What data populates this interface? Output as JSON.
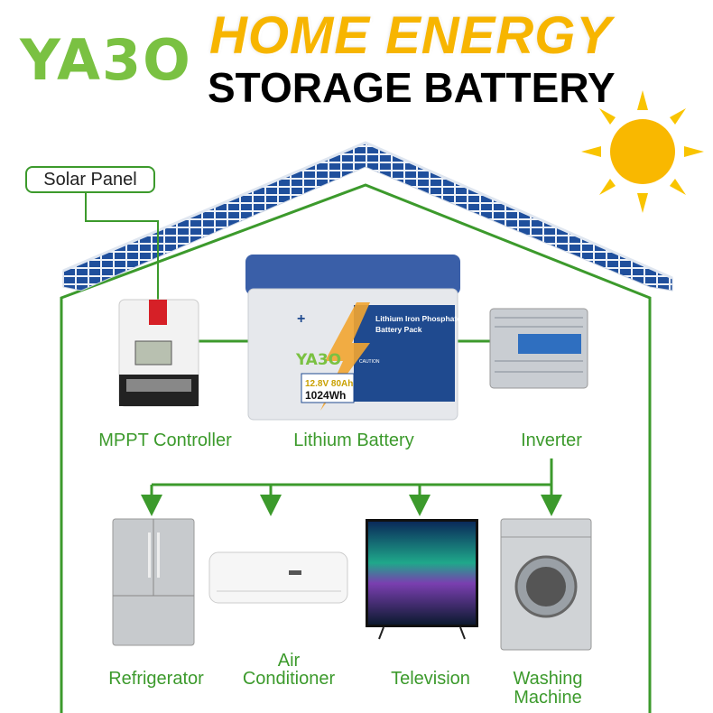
{
  "header": {
    "brand": "YA3O",
    "title_line1": "HOME ENERGY",
    "title_line2": "STORAGE BATTERY"
  },
  "labels": {
    "solar_panel": "Solar Panel",
    "mppt": "MPPT Controller",
    "battery": "Lithium Battery",
    "inverter": "Inverter",
    "refrigerator": "Refrigerator",
    "air_conditioner_1": "Air",
    "air_conditioner_2": "Conditioner",
    "television": "Television",
    "washing_machine_1": "Washing",
    "washing_machine_2": "Machine"
  },
  "battery_label": {
    "brand": "YA3O",
    "product": "Lithium Iron Phosphate",
    "product2": "Battery Pack",
    "spec1": "12.8V 80Ah",
    "spec2": "1024Wh",
    "caution": "CAUTION"
  },
  "colors": {
    "green": "#3c9a2c",
    "brand_green": "#7ac142",
    "title_yellow": "#f7b500",
    "panel_blue": "#1f4f9c",
    "sun": "#f9b800"
  }
}
